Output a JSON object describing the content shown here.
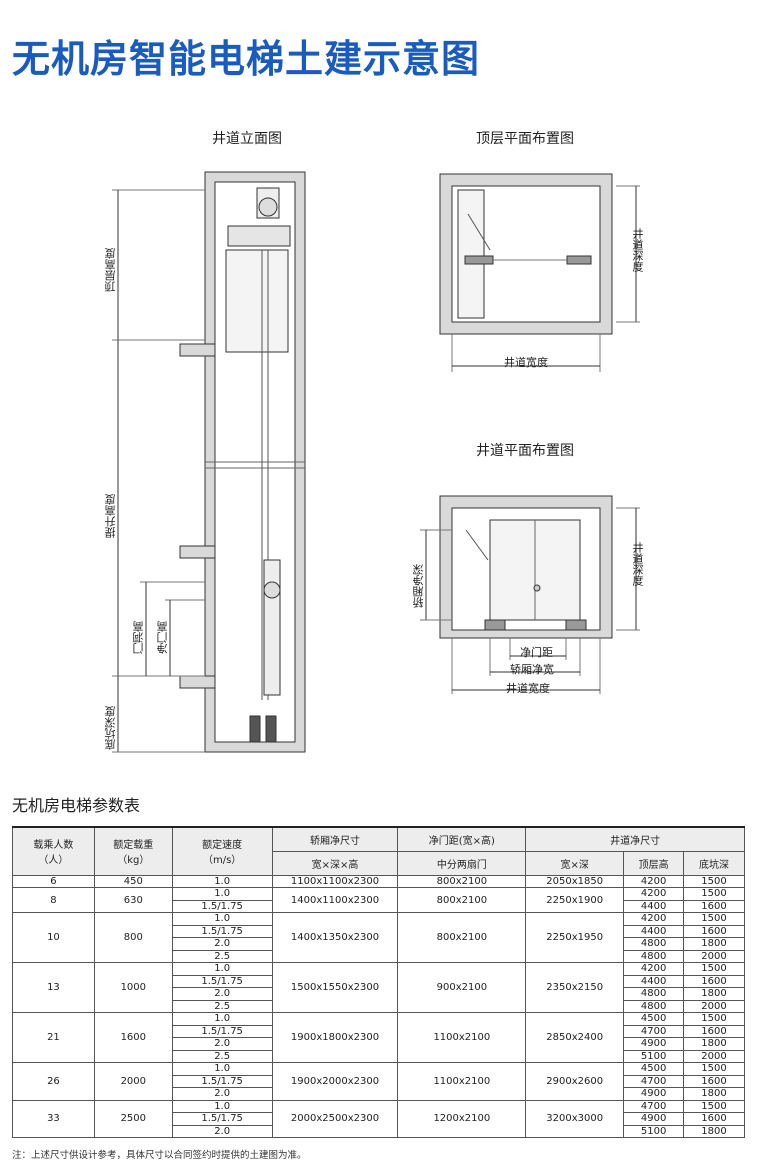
{
  "title": "无机房智能电梯土建示意图",
  "diagrams": {
    "elevation": {
      "caption": "井道立面图",
      "labels": {
        "top_height": "顶层高度",
        "travel_height": "提升高度",
        "door_opening_height": "门洞高",
        "door_clear_height": "净门高",
        "pit_depth": "底坑深度"
      }
    },
    "top_plan": {
      "caption": "顶层平面布置图",
      "labels": {
        "shaft_depth": "井道深度",
        "shaft_width": "井道宽度"
      }
    },
    "shaft_plan": {
      "caption": "井道平面布置图",
      "labels": {
        "car_depth": "轿厢净深",
        "shaft_depth": "井道深度",
        "door_width": "净门距",
        "car_width": "轿厢净宽",
        "shaft_width": "井道宽度"
      }
    }
  },
  "table": {
    "title": "无机房电梯参数表",
    "headers": {
      "persons": "载乘人数\n（人）",
      "load": "额定载重\n（kg）",
      "speed": "额定速度\n（m/s）",
      "car_size": "轿厢净尺寸",
      "car_size_sub": "宽×深×高",
      "door": "净门距(宽×高)",
      "door_sub": "中分两扇门",
      "shaft": "井道净尺寸",
      "shaft_wd": "宽×深",
      "shaft_top": "顶层高",
      "shaft_pit": "底坑深"
    },
    "groups": [
      {
        "persons": "6",
        "load": "450",
        "car": "1100x1100x2300",
        "door": "800x2100",
        "shaft": "2050x1850",
        "rows": [
          {
            "speed": "1.0",
            "top": "4200",
            "pit": "1500"
          }
        ]
      },
      {
        "persons": "8",
        "load": "630",
        "car": "1400x1100x2300",
        "door": "800x2100",
        "shaft": "2250x1900",
        "rows": [
          {
            "speed": "1.0",
            "top": "4200",
            "pit": "1500"
          },
          {
            "speed": "1.5/1.75",
            "top": "4400",
            "pit": "1600"
          }
        ]
      },
      {
        "persons": "10",
        "load": "800",
        "car": "1400x1350x2300",
        "door": "800x2100",
        "shaft": "2250x1950",
        "rows": [
          {
            "speed": "1.0",
            "top": "4200",
            "pit": "1500"
          },
          {
            "speed": "1.5/1.75",
            "top": "4400",
            "pit": "1600"
          },
          {
            "speed": "2.0",
            "top": "4800",
            "pit": "1800"
          },
          {
            "speed": "2.5",
            "top": "4800",
            "pit": "2000"
          }
        ]
      },
      {
        "persons": "13",
        "load": "1000",
        "car": "1500x1550x2300",
        "door": "900x2100",
        "shaft": "2350x2150",
        "rows": [
          {
            "speed": "1.0",
            "top": "4200",
            "pit": "1500"
          },
          {
            "speed": "1.5/1.75",
            "top": "4400",
            "pit": "1600"
          },
          {
            "speed": "2.0",
            "top": "4800",
            "pit": "1800"
          },
          {
            "speed": "2.5",
            "top": "4800",
            "pit": "2000"
          }
        ]
      },
      {
        "persons": "21",
        "load": "1600",
        "car": "1900x1800x2300",
        "door": "1100x2100",
        "shaft": "2850x2400",
        "rows": [
          {
            "speed": "1.0",
            "top": "4500",
            "pit": "1500"
          },
          {
            "speed": "1.5/1.75",
            "top": "4700",
            "pit": "1600"
          },
          {
            "speed": "2.0",
            "top": "4900",
            "pit": "1800"
          },
          {
            "speed": "2.5",
            "top": "5100",
            "pit": "2000"
          }
        ]
      },
      {
        "persons": "26",
        "load": "2000",
        "car": "1900x2000x2300",
        "door": "1100x2100",
        "shaft": "2900x2600",
        "rows": [
          {
            "speed": "1.0",
            "top": "4500",
            "pit": "1500"
          },
          {
            "speed": "1.5/1.75",
            "top": "4700",
            "pit": "1600"
          },
          {
            "speed": "2.0",
            "top": "4900",
            "pit": "1800"
          }
        ]
      },
      {
        "persons": "33",
        "load": "2500",
        "car": "2000x2500x2300",
        "door": "1200x2100",
        "shaft": "3200x3000",
        "rows": [
          {
            "speed": "1.0",
            "top": "4700",
            "pit": "1500"
          },
          {
            "speed": "1.5/1.75",
            "top": "4900",
            "pit": "1600"
          },
          {
            "speed": "2.0",
            "top": "5100",
            "pit": "1800"
          }
        ]
      }
    ]
  },
  "note": "注：上述尺寸供设计参考，具体尺寸以合同签约时提供的土建图为准。"
}
